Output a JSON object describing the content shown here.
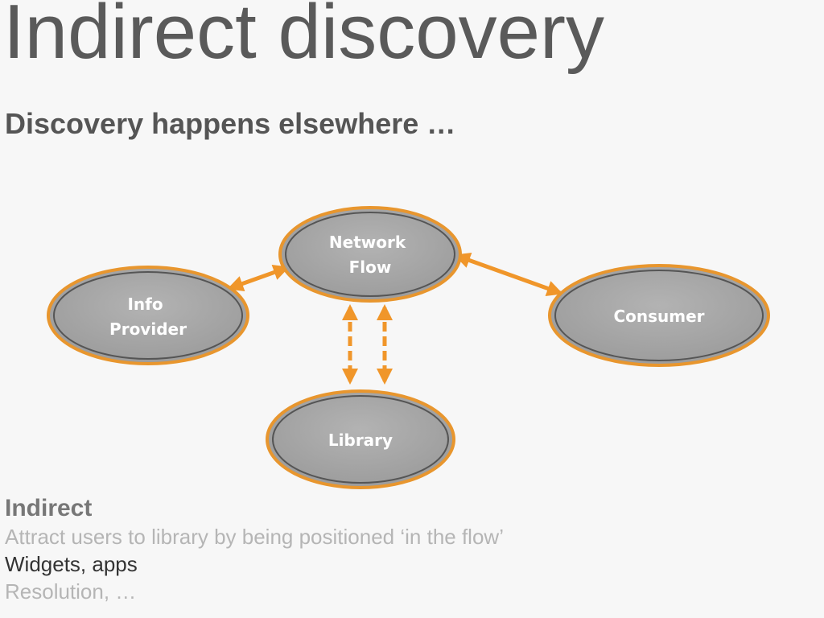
{
  "slide": {
    "title": "Indirect discovery",
    "subtitle": "Discovery happens elsewhere …"
  },
  "diagram": {
    "nodes": {
      "network_flow": [
        "Network",
        "Flow"
      ],
      "info_provider": [
        "Info",
        "Provider"
      ],
      "consumer": [
        "Consumer"
      ],
      "library": [
        "Library"
      ]
    },
    "colors": {
      "node_fill": "#a6a6a6",
      "node_outline": "#e8962e",
      "arrow": "#f0962a",
      "label": "#ffffff"
    }
  },
  "bullets": {
    "heading": "Indirect",
    "items": [
      "Attract users to library by being positioned ‘in the flow’",
      "Widgets, apps",
      "Resolution, …"
    ]
  }
}
